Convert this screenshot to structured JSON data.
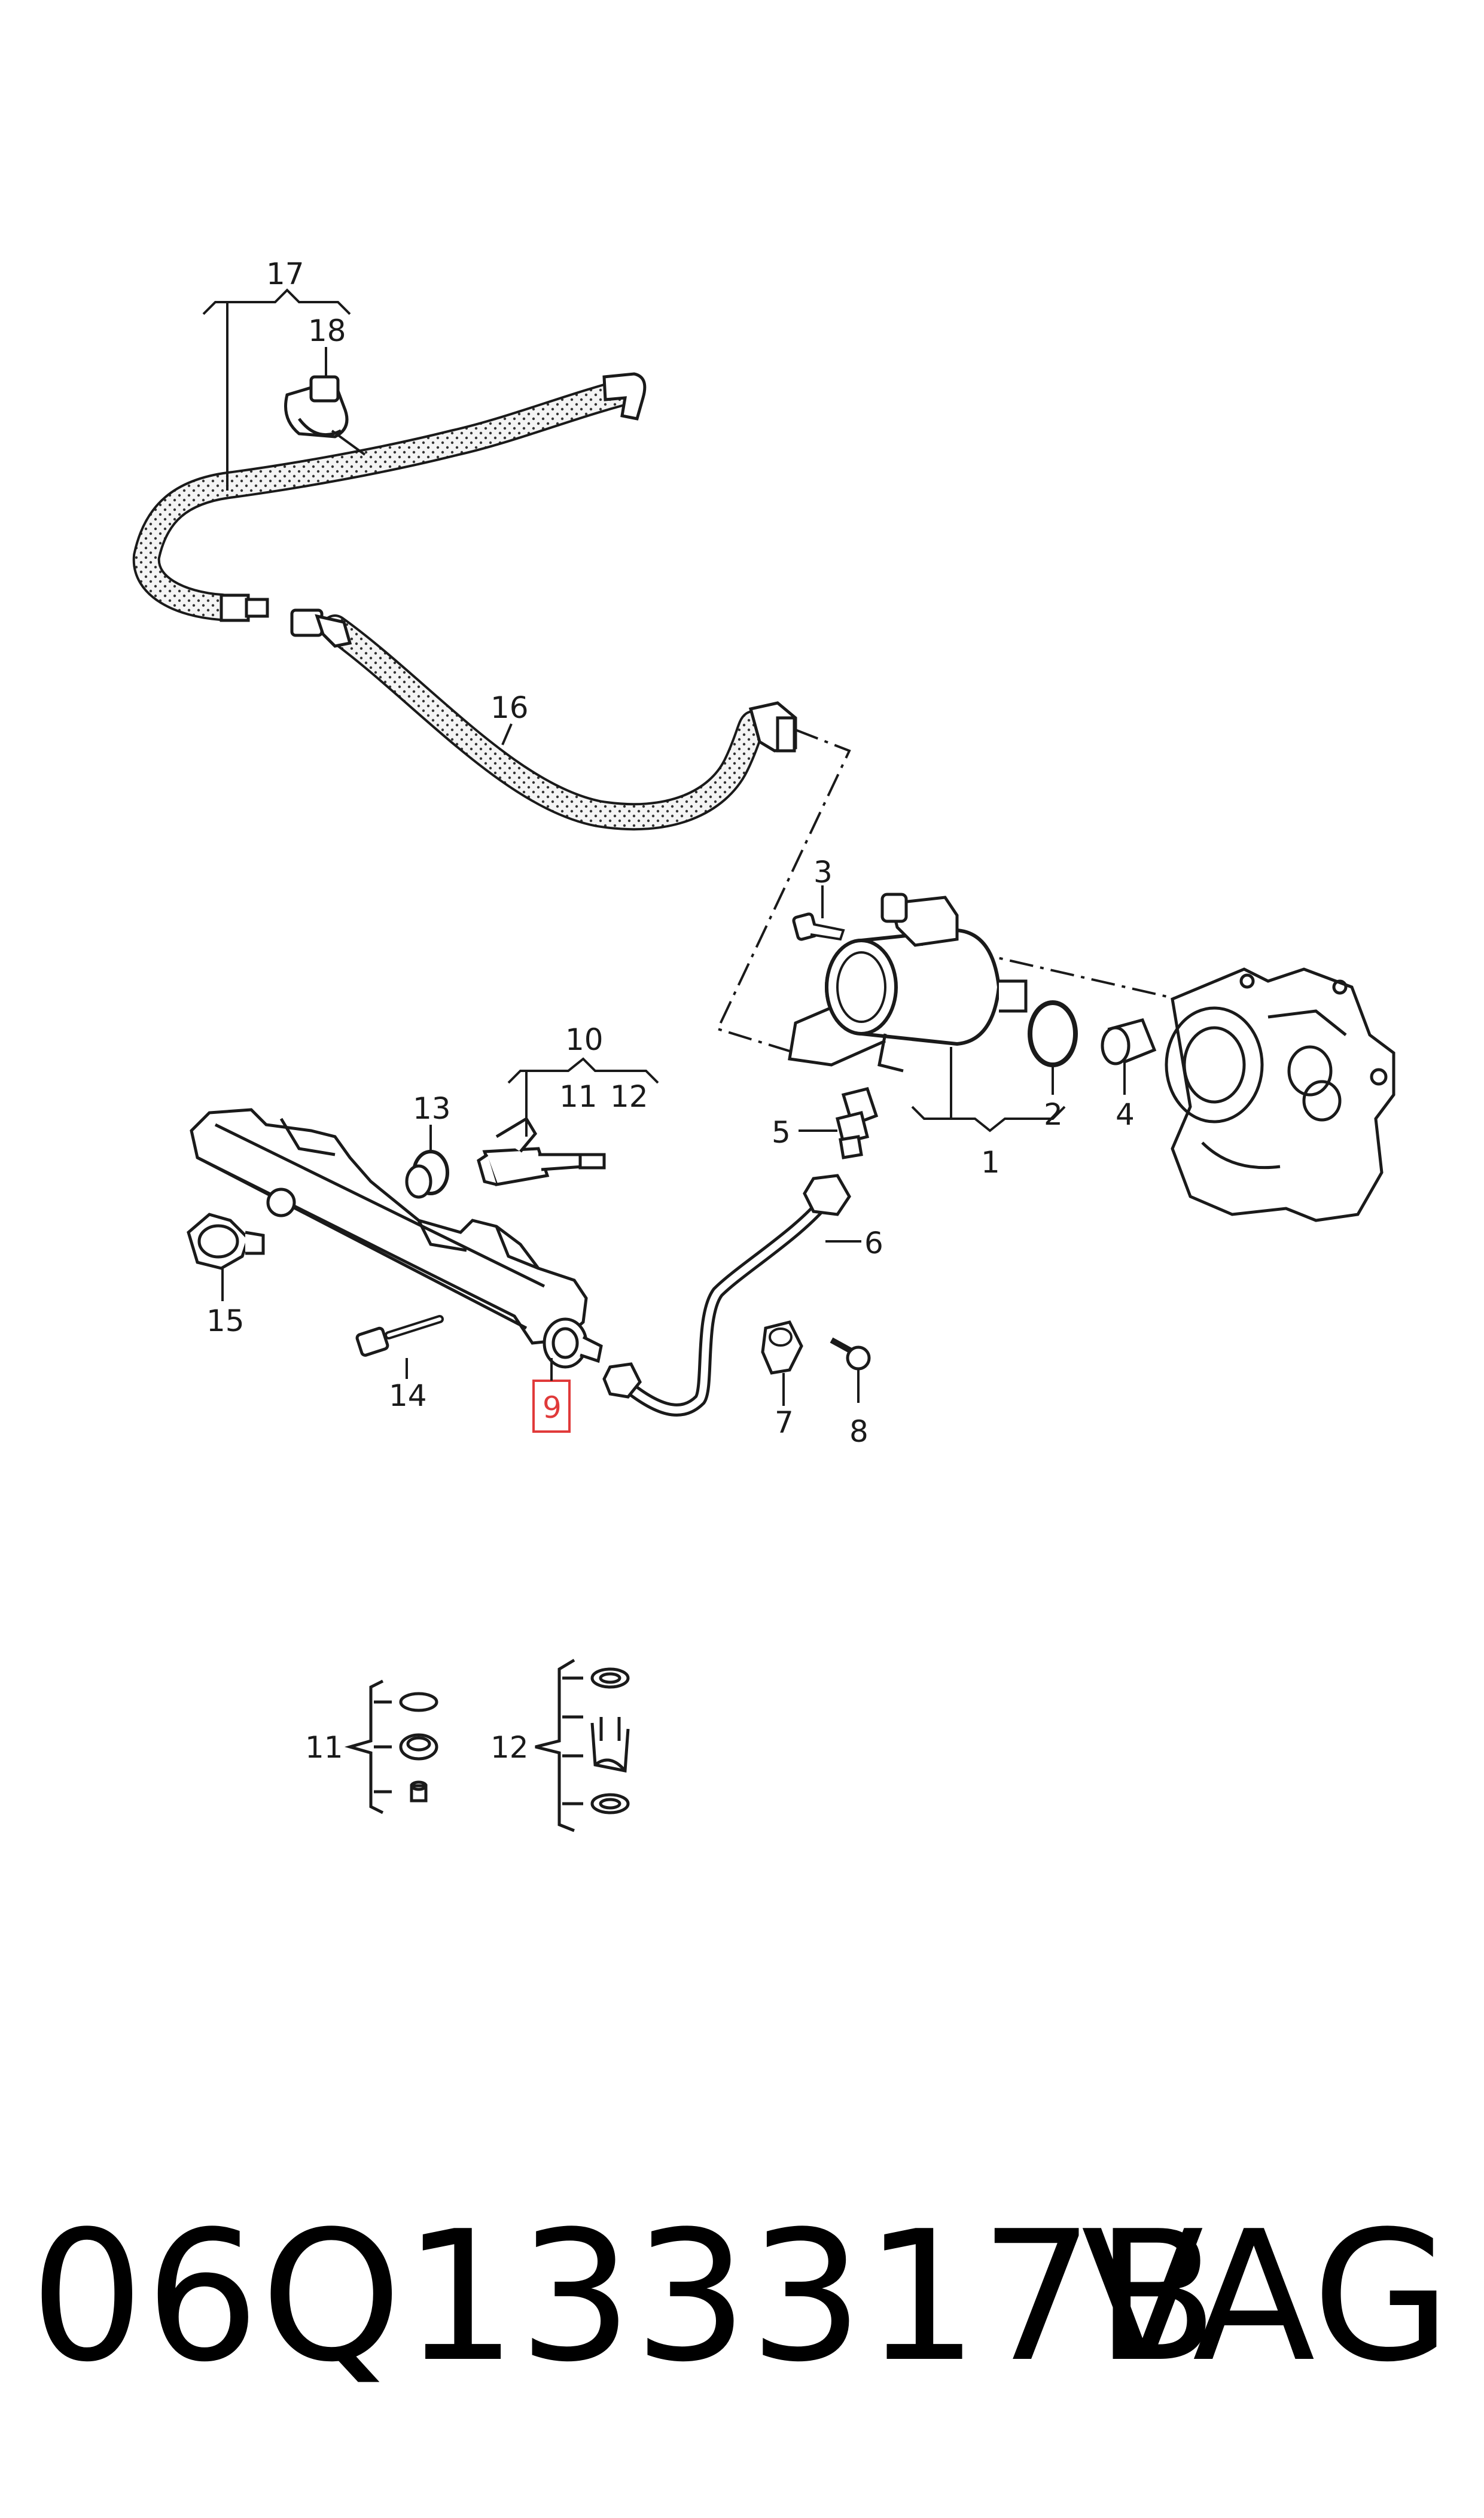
{
  "colors": {
    "line": "#1a1a1a",
    "highlight": "#e03a3a",
    "hose_fill": "#f4f4f4"
  },
  "callouts": {
    "c1": "1",
    "c2": "2",
    "c3": "3",
    "c4": "4",
    "c5": "5",
    "c6": "6",
    "c7": "7",
    "c8": "8",
    "c9": "9",
    "c10": "10",
    "c11": "11",
    "c12": "12",
    "c13": "13",
    "c14": "14",
    "c15": "15",
    "c16": "16",
    "c17": "17",
    "c18": "18",
    "c11_detail": "11",
    "c12_detail": "12"
  },
  "highlighted_callout": "9",
  "footer": {
    "part_number": "06Q133317B",
    "brand": "VAG"
  }
}
